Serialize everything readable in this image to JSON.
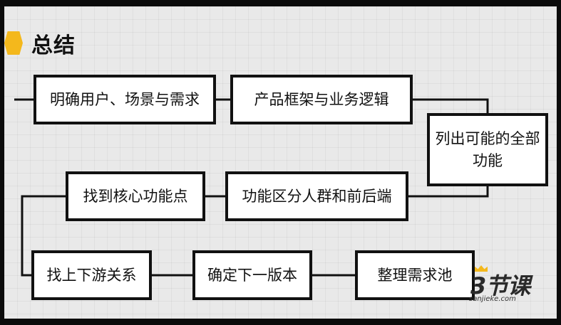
{
  "title": "总结",
  "nodes": [
    {
      "id": "n1",
      "label": "明确用户、场景与需求"
    },
    {
      "id": "n2",
      "label": "产品框架与业务逻辑"
    },
    {
      "id": "n3",
      "label": "列出可能的全部功能"
    },
    {
      "id": "n4",
      "label": "功能区分人群和前后端"
    },
    {
      "id": "n5",
      "label": "找到核心功能点"
    },
    {
      "id": "n6",
      "label": "找上下游关系"
    },
    {
      "id": "n7",
      "label": "确定下一版本"
    },
    {
      "id": "n8",
      "label": "整理需求池"
    }
  ],
  "watermark": {
    "logo": "3节课",
    "url": "sanjieke.com"
  },
  "colors": {
    "accent": "#f4b81c",
    "line": "#111111",
    "box_fill": "#ffffff"
  }
}
